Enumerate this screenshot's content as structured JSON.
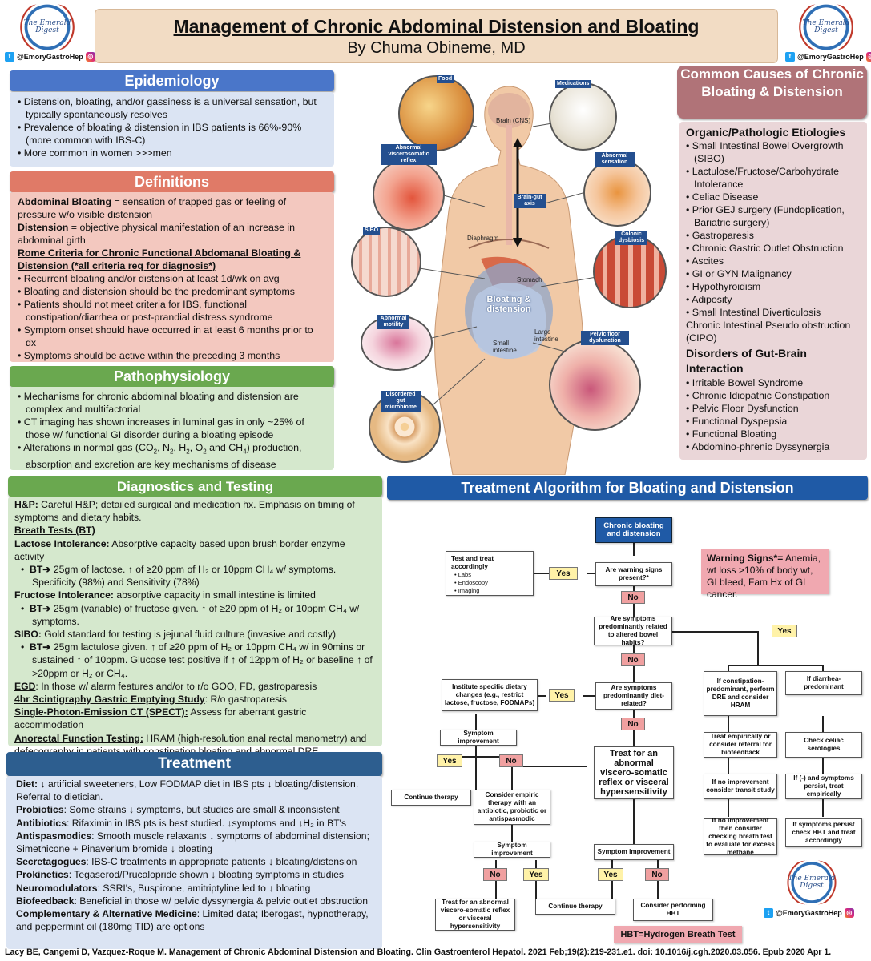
{
  "header": {
    "title": "Management of Chronic Abdominal Distension and Bloating",
    "author": "By Chuma Obineme, MD",
    "logo_text": "The Emerald Digest",
    "handle": "@EmoryGastroHep"
  },
  "epidemiology": {
    "title": "Epidemiology",
    "bullets": [
      "Distension, bloating, and/or gassiness is a universal sensation, but typically spontaneously resolves",
      "Prevalence of bloating & distension in IBS patients is 66%-90% (more common with IBS-C)",
      "More common in women >>>men"
    ]
  },
  "definitions": {
    "title": "Definitions",
    "bloating_term": "Abdominal Bloating",
    "bloating_def": " = sensation of trapped gas or feeling of pressure w/o visible distension",
    "distension_term": "Distension",
    "distension_def": " = objective physical manifestation of an increase in abdominal girth",
    "rome_title": "Rome Criteria for Chronic Functional Abdomanal Bloating & Distension (*all criteria req for diagnosis*)",
    "bullets": [
      "Recurrent bloating and/or distension at least 1d/wk on avg",
      "Bloating and distension should be the predominant symptoms",
      "Patients should not meet criteria for IBS, functional constipation/diarrhea or post-prandial distress syndrome",
      "Symptom onset should have occurred in at least 6 months prior to dx",
      "Symptoms should be active within the preceding 3 months"
    ]
  },
  "pathophysiology": {
    "title": "Pathophysiology",
    "bullets": [
      "Mechanisms for chronic abdominal bloating and distension are complex and multifactorial",
      "CT imaging has shown increases in luminal gas in only ~25% of those w/ functional GI disorder during a bloating episode"
    ],
    "gas_prefix": "Alterations in normal gas (CO",
    "gas_suffix": " production, absorption and excretion are key mechanisms of disease"
  },
  "illustration": {
    "labels": [
      "Food",
      "Medications",
      "Brain (CNS)",
      "Abnormal viscerosomatic reflex",
      "Abnormal sensation",
      "Brain-gut axis",
      "SIBO",
      "Diaphragm",
      "Colonic dysbiosis",
      "Stomach",
      "Bloating & distension",
      "Abnormal motility",
      "Large intestine",
      "Small intestine",
      "Pelvic floor dysfunction",
      "Disordered gut microbiome"
    ]
  },
  "causes": {
    "title": "Common Causes of Chronic Bloating & Distension",
    "organic_title": "Organic/Pathologic Etiologies",
    "organic": [
      "Small Intestinal Bowel Overgrowth (SIBO)",
      "Lactulose/Fructose/Carbohydrate Intolerance",
      "Celiac Disease",
      "Prior GEJ surgery (Fundoplication, Bariatric surgery)",
      "Gastroparesis",
      "Chronic Gastric Outlet Obstruction",
      "Ascites",
      "GI or GYN Malignancy",
      "Hypothyroidism",
      "Adiposity",
      "Small Intestinal Diverticulosis"
    ],
    "cipo": "Chronic Intestinal Pseudo obstruction (CIPO)",
    "dgbi_title": "Disorders of Gut-Brain Interaction",
    "dgbi": [
      "Irritable Bowel Syndrome",
      "Chronic Idiopathic Constipation",
      "Pelvic Floor Dysfunction",
      "Functional Dyspepsia",
      "Functional Bloating",
      "Abdomino-phrenic Dyssynergia"
    ]
  },
  "diagnostics": {
    "title": "Diagnostics and Testing",
    "hp_term": "H&P:",
    "hp_text": " Careful H&P; detailed surgical and medication hx. Emphasis on timing of symptoms and dietary habits.",
    "bt_title": "Breath Tests (BT)",
    "lactose_term": "Lactose Intolerance:",
    "lactose_text": " Absorptive capacity based upon brush border enzyme activity",
    "lactose_bt": "25gm of lactose. ↑ of ≥20 ppm of H₂ or 10ppm CH₄ w/ symptoms. Specificity (98%) and Sensitivity (78%)",
    "fructose_term": "Fructose Intolerance:",
    "fructose_text": " absorptive capacity in small intestine is limited",
    "fructose_bt": "25gm (variable) of fructose given. ↑ of ≥20 ppm of H₂ or 10ppm CH₄ w/ symptoms.",
    "sibo_term": "SIBO:",
    "sibo_text": " Gold standard for testing is jejunal fluid culture (invasive and costly)",
    "sibo_bt": "25gm lactulose given. ↑ of ≥20 ppm of H₂ or 10ppm CH₄ w/ in 90mins or sustained ↑ of 10ppm. Glucose test positive if ↑ of 12ppm of H₂ or baseline ↑ of >20ppm or H₂ or CH₄.",
    "bt_label": "BT",
    "egd_term": "EGD",
    "egd_text": ": In those w/ alarm features and/or to r/o GOO, FD, gastroparesis",
    "ges_term": "4hr Scintigraphy Gastric Emptying Study",
    "ges_text": ": R/o gastroparesis",
    "spect_term": "Single-Photon-Emission CT (SPECT):",
    "spect_text": " Assess for aberrant gastric accommodation",
    "anorectal_term": "Anorectal Function Testing:",
    "anorectal_text": " HRAM (high-resolution anal rectal manometry) and defecography in patients with constipation bloating and abnormal DRE"
  },
  "treatment": {
    "title": "Treatment",
    "items": [
      {
        "term": "Diet:",
        "text": " ↓ artificial sweeteners, Low FODMAP diet in IBS pts ↓ bloating/distension. Referral to dietician."
      },
      {
        "term": "Probiotics",
        "text": ": Some strains ↓ symptoms, but studies are small & inconsistent"
      },
      {
        "term": "Antibiotics",
        "text": ": Rifaximin in IBS pts is best studied. ↓symptoms and ↓H₂ in BT's"
      },
      {
        "term": "Antispasmodics",
        "text": ": Smooth muscle relaxants ↓ symptoms of abdominal distension; Simethicone + Pinaverium bromide ↓ bloating"
      },
      {
        "term": "Secretagogues",
        "text": ": IBS-C treatments in appropriate patients ↓ bloating/distension"
      },
      {
        "term": "Prokinetics",
        "text": ": Tegaserod/Prucalopride shown ↓ bloating symptoms in studies"
      },
      {
        "term": "Neuromodulators",
        "text": ": SSRI's, Buspirone, amitriptyline led to ↓ bloating"
      },
      {
        "term": "Biofeedback",
        "text": ": Beneficial in those w/ pelvic dyssynergia & pelvic outlet obstruction"
      },
      {
        "term": "Complementary & Alternative Medicine",
        "text": ": Limited data; Iberogast, hypnotherapy, and peppermint oil (180mg TID) are options"
      }
    ]
  },
  "algorithm": {
    "title": "Treatment Algorithm for Bloating and Distension",
    "start": "Chronic bloating and distension",
    "warning_q": "Are warning signs present?*",
    "test_treat": "Test and treat accordingly",
    "test_items": [
      "Labs",
      "Endoscopy",
      "Imaging"
    ],
    "warning_term": "Warning Signs*=",
    "warning_text": " Anemia, wt loss >10% of body wt, GI bleed, Fam Hx of GI cancer.",
    "bowel_q": "Are symptoms predominantly related to altered bowel habits?",
    "diet_q": "Are symptoms predominantly diet-related?",
    "diet_change": "Institute specific dietary changes (e.g., restrict lactose, fructose, FODMAPs)",
    "symptom_improvement": "Symptom improvement",
    "continue": "Continue therapy",
    "empiric": "Consider empiric therapy with an antibiotic, probiotic or antispasmodic",
    "treat_big": "Treat for an abnormal viscero-somatic reflex or visceral hypersensitivity",
    "treat_small": "Treat for an abnormal viscero-somatic reflex or visceral hypersensitivity",
    "consider_hbt": "Consider performing HBT",
    "constipation": "If constipation-predominant, perform DRE and consider HRAM",
    "diarrhea": "If diarrhea-predominant",
    "biofeedback": "Treat empirically or consider referral for biofeedback",
    "celiac": "Check celiac serologies",
    "transit": "If no improvement consider transit study",
    "persist": "If (-) and symptoms persist, treat empirically",
    "methane": "If no improvement then consider checking breath test to evaluate for excess methane",
    "hbt_treat": "If symptoms persist check HBT and treat accordingly",
    "yes": "Yes",
    "no": "No",
    "hbt_legend": "HBT=Hydrogen Breath Test"
  },
  "citation": "Lacy BE, Cangemi D, Vazquez-Roque M. Management of Chronic Abdominal Distension and Bloating. Clin Gastroenterol Hepatol. 2021 Feb;19(2):219-231.e1. doi: 10.1016/j.cgh.2020.03.056. Epub 2020 Apr 1.",
  "colors": {
    "blue": "#4a76c9",
    "salmon": "#e07a67",
    "green": "#6aa84f",
    "mauve": "#b07378",
    "navy": "#2d5e8f",
    "algo": "#1f5aa6"
  }
}
